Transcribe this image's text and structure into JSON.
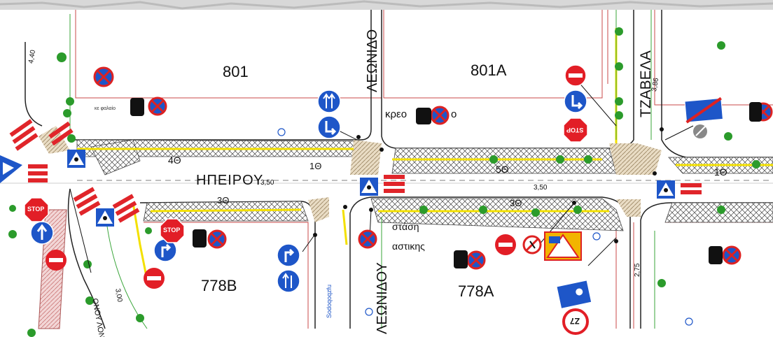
{
  "map": {
    "blocks": {
      "b1": "801",
      "b2": "801A",
      "b3": "778B",
      "b4": "778A"
    },
    "streets": {
      "main": "ΗΠΕΙΡΟΥ",
      "leonidou_upper": "ΛΕΩΝΙΔΟ",
      "leonidou_lower": "ΛΕΩΝΙΔΟΥ",
      "tzavela": "ΤΖΑΒΕΛΑ",
      "lower_left": "ΟΝΟΥ ΛΟΝ"
    },
    "lanes": {
      "l1": "4Θ",
      "l2": "1Θ",
      "l3": "5Θ",
      "l4": "1Θ",
      "l5": "3Θ",
      "l6": "3Θ"
    },
    "dimensions": {
      "d1": "3,50",
      "d2": "3,50",
      "d3": "4,40",
      "d4": "3,86",
      "d5": "3,00",
      "d6": "2,75"
    },
    "notes": {
      "kreo_left": "κρεο",
      "kreo_right": "ο",
      "stasi": "στάση",
      "astikis": "αστικης",
      "kefalaio": "κε φαλαίο",
      "vertical_blue": "Sodoqoqzfu",
      "speed_sign": "Ζ7",
      "stop": "STOP"
    }
  }
}
